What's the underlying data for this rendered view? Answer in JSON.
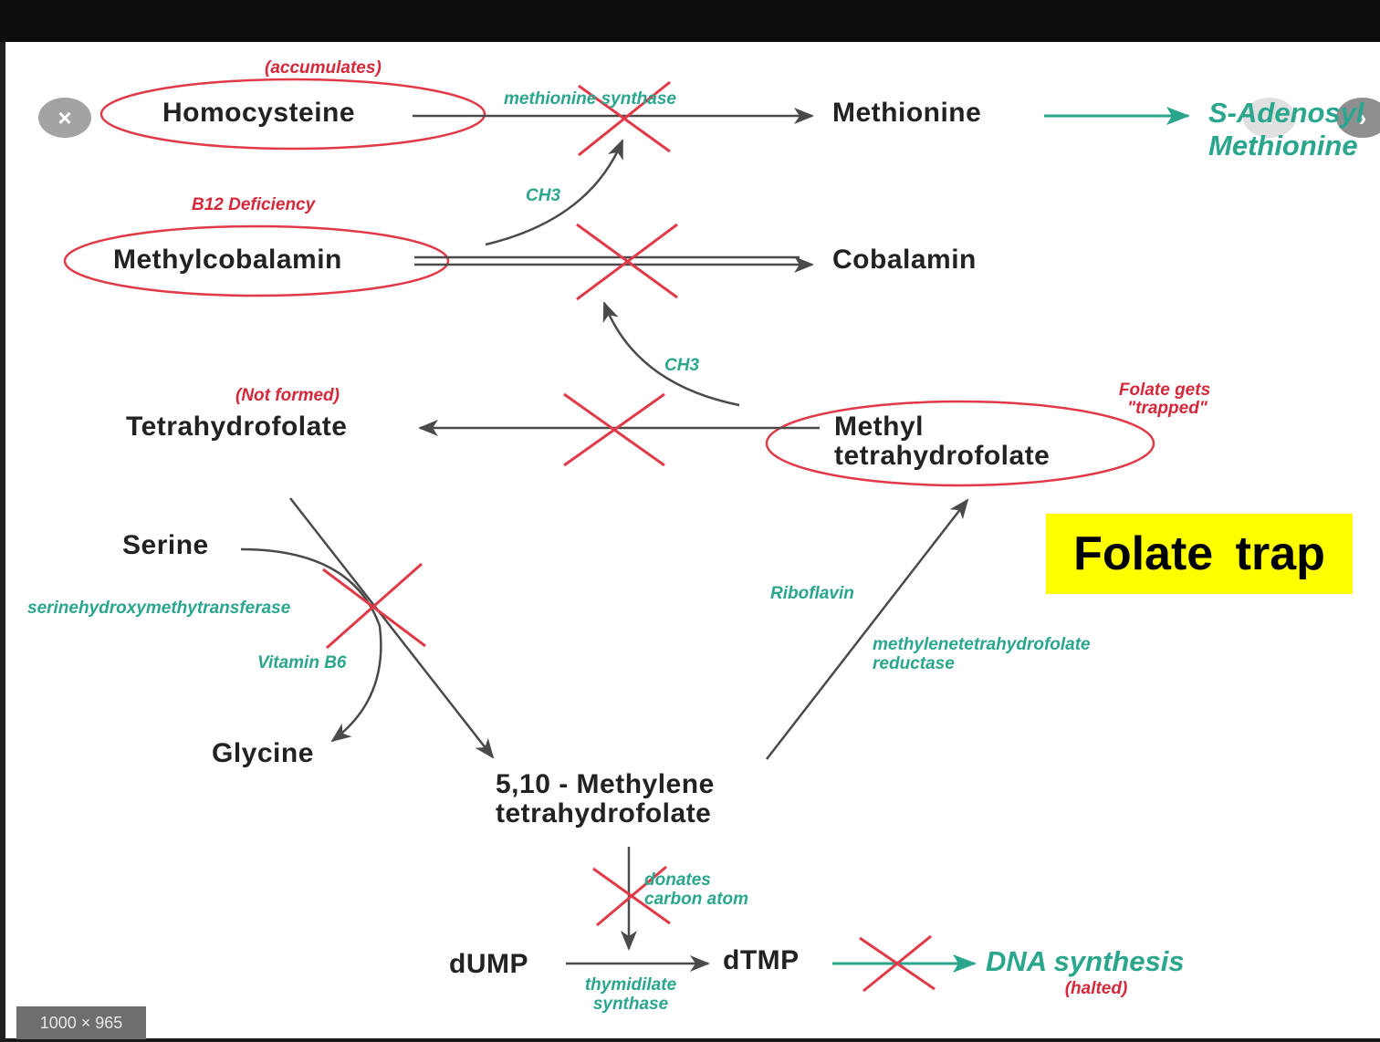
{
  "viewer": {
    "close_icon": "×",
    "prev_icon": "‹",
    "next_icon": "›",
    "dimensions": "1000 × 965"
  },
  "diagram": {
    "nodes": {
      "homocysteine": "Homocysteine",
      "methionine": "Methionine",
      "s_adenosyl": "S-Adenosyl",
      "s_adenosyl_2": "Methionine",
      "methylcobalamin": "Methylcobalamin",
      "cobalamin": "Cobalamin",
      "tetrahydrofolate": "Tetrahydrofolate",
      "methyl_thf_1": "Methyl",
      "methyl_thf_2": "tetrahydrofolate",
      "serine": "Serine",
      "glycine": "Glycine",
      "methylene_thf_1": "5,10 - Methylene",
      "methylene_thf_2": "tetrahydrofolate",
      "dump": "dUMP",
      "dtmp": "dTMP",
      "dna_synthesis": "DNA synthesis"
    },
    "annotations": {
      "accumulates": "(accumulates)",
      "methionine_synthase": "methionine synthase",
      "ch3_top": "CH3",
      "b12_deficiency": "B12 Deficiency",
      "ch3_mid": "CH3",
      "not_formed": "(Not formed)",
      "folate_gets": "Folate gets",
      "trapped": "\"trapped\"",
      "serine_enzyme": "serinehydroxymethytransferase",
      "vitamin_b6": "Vitamin B6",
      "riboflavin": "Riboflavin",
      "mthfr_1": "methylenetetrahydrofolate",
      "mthfr_2": "reductase",
      "donates_1": "donates",
      "donates_2": "carbon atom",
      "thymidilate_1": "thymidilate",
      "thymidilate_2": "synthase",
      "halted": "(halted)"
    },
    "colors": {
      "node_text": "#222222",
      "enzyme_teal": "#2aa68c",
      "block_red": "#e03a48",
      "arrow_gray": "#4a4a4a",
      "highlight_yellow": "#ffff00"
    }
  },
  "callout": {
    "folate_trap": "Folate trap"
  }
}
